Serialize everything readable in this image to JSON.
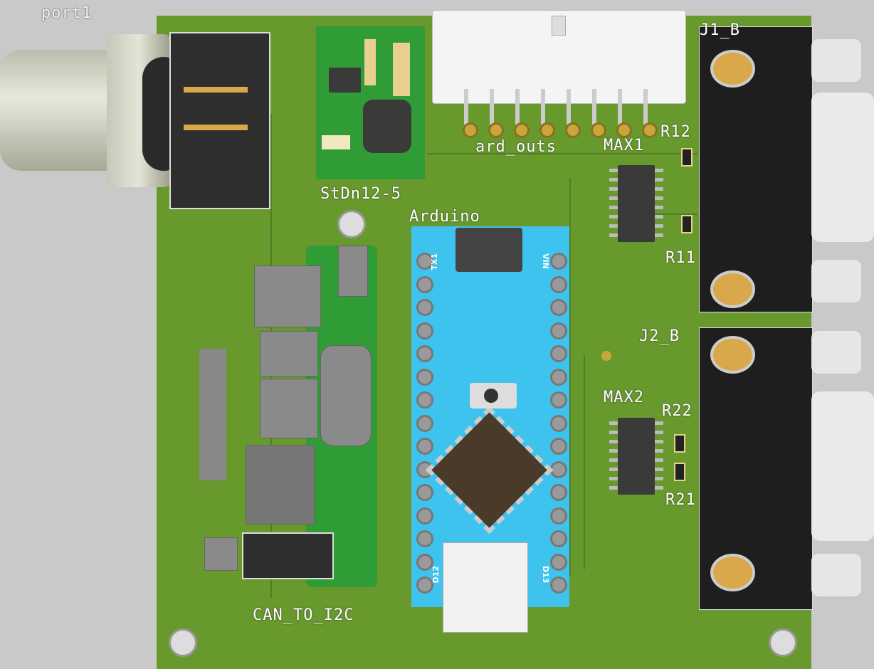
{
  "labels": {
    "port1": "port1",
    "j1": "J1_B",
    "j2": "J2_B",
    "r12": "R12",
    "r11": "R11",
    "r22": "R22",
    "r21": "R21",
    "max1": "MAX1",
    "max2": "MAX2",
    "ard_outs": "ard_outs",
    "stdn": "StDn12-5",
    "arduino": "Arduino",
    "can": "CAN_TO_I2C"
  },
  "arduino_silk": {
    "tx1": "TX1",
    "vin": "VIN",
    "d12": "D12",
    "d13": "D13"
  },
  "colors": {
    "board": "#68992d",
    "arduino": "#3ec3ef",
    "module": "#2f9c35",
    "background": "#c9c9c9"
  }
}
